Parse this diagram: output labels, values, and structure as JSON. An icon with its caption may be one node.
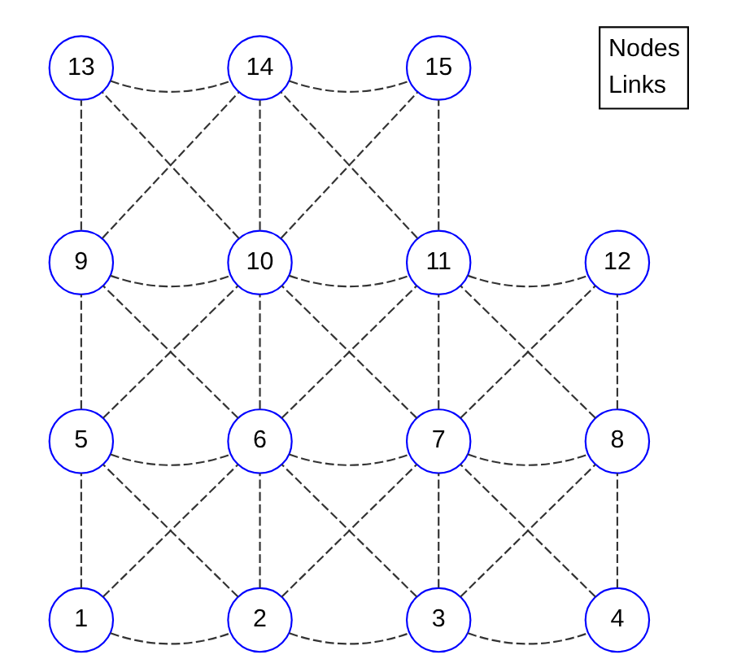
{
  "diagram": {
    "nodes": [
      {
        "text": [
          "1"
        ]
      },
      {
        "text": [
          "2"
        ]
      },
      {
        "text": [
          "3"
        ]
      },
      {
        "text": [
          "4"
        ]
      },
      {
        "text": [
          "5"
        ]
      },
      {
        "text": [
          "6"
        ]
      },
      {
        "text": [
          "7"
        ]
      },
      {
        "text": [
          "8"
        ]
      },
      {
        "text": [
          "9"
        ]
      },
      {
        "text": [
          "10"
        ]
      },
      {
        "text": [
          "11"
        ]
      },
      {
        "text": [
          "12"
        ]
      },
      {
        "text": [
          "13"
        ]
      },
      {
        "text": [
          "14"
        ]
      },
      {
        "text": [
          "15"
        ]
      }
    ],
    "edges": [
      {
        "from": 0,
        "to": 1,
        "arrow": "none",
        "style": "dashed"
      },
      {
        "from": 1,
        "to": 2,
        "arrow": "none",
        "style": "dashed"
      },
      {
        "from": 2,
        "to": 3,
        "arrow": "none",
        "style": "dashed"
      },
      {
        "from": 4,
        "to": 5,
        "arrow": "none",
        "style": "dashed"
      },
      {
        "from": 5,
        "to": 6,
        "arrow": "none",
        "style": "dashed"
      },
      {
        "from": 6,
        "to": 7,
        "arrow": "none",
        "style": "dashed"
      },
      {
        "from": 8,
        "to": 9,
        "arrow": "none",
        "style": "dashed"
      },
      {
        "from": 9,
        "to": 10,
        "arrow": "none",
        "style": "dashed"
      },
      {
        "from": 10,
        "to": 11,
        "arrow": "none",
        "style": "dashed"
      },
      {
        "from": 12,
        "to": 13,
        "arrow": "none",
        "style": "dashed"
      },
      {
        "from": 13,
        "to": 14,
        "arrow": "none",
        "style": "dashed"
      },
      {
        "from": 0,
        "to": 4,
        "arrow": "none",
        "style": "dashed"
      },
      {
        "from": 4,
        "to": 8,
        "arrow": "none",
        "style": "dashed"
      },
      {
        "from": 8,
        "to": 12,
        "arrow": "none",
        "style": "dashed"
      },
      {
        "from": 1,
        "to": 5,
        "arrow": "none",
        "style": "dashed"
      },
      {
        "from": 5,
        "to": 9,
        "arrow": "none",
        "style": "dashed"
      },
      {
        "from": 9,
        "to": 13,
        "arrow": "none",
        "style": "dashed"
      },
      {
        "from": 2,
        "to": 6,
        "arrow": "none",
        "style": "dashed"
      },
      {
        "from": 6,
        "to": 10,
        "arrow": "none",
        "style": "dashed"
      },
      {
        "from": 10,
        "to": 14,
        "arrow": "none",
        "style": "dashed"
      },
      {
        "from": 3,
        "to": 7,
        "arrow": "none",
        "style": "dashed"
      },
      {
        "from": 7,
        "to": 11,
        "arrow": "none",
        "style": "dashed"
      },
      {
        "from": 0,
        "to": 5,
        "arrow": "none",
        "style": "dashed"
      },
      {
        "from": 1,
        "to": 4,
        "arrow": "none",
        "style": "dashed"
      },
      {
        "from": 1,
        "to": 6,
        "arrow": "none",
        "style": "dashed"
      },
      {
        "from": 2,
        "to": 5,
        "arrow": "none",
        "style": "dashed"
      },
      {
        "from": 2,
        "to": 7,
        "arrow": "none",
        "style": "dashed"
      },
      {
        "from": 3,
        "to": 6,
        "arrow": "none",
        "style": "dashed"
      },
      {
        "from": 4,
        "to": 9,
        "arrow": "none",
        "style": "dashed"
      },
      {
        "from": 5,
        "to": 8,
        "arrow": "none",
        "style": "dashed"
      },
      {
        "from": 5,
        "to": 10,
        "arrow": "none",
        "style": "dashed"
      },
      {
        "from": 6,
        "to": 9,
        "arrow": "none",
        "style": "dashed"
      },
      {
        "from": 6,
        "to": 11,
        "arrow": "none",
        "style": "dashed"
      },
      {
        "from": 7,
        "to": 10,
        "arrow": "none",
        "style": "dashed"
      },
      {
        "from": 8,
        "to": 13,
        "arrow": "none",
        "style": "dashed"
      },
      {
        "from": 9,
        "to": 12,
        "arrow": "none",
        "style": "dashed"
      },
      {
        "from": 9,
        "to": 14,
        "arrow": "none",
        "style": "dashed"
      },
      {
        "from": 10,
        "to": 13,
        "arrow": "none",
        "style": "dashed"
      }
    ],
    "legend": [
      {
        "text": "Nodes"
      },
      {
        "text": "Links"
      }
    ]
  }
}
